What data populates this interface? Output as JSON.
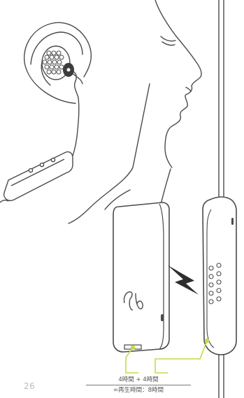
{
  "page": {
    "number": "26"
  },
  "caption": {
    "charge_line": "4時間 + 4時間",
    "total_line": "=再生時間：8時間"
  },
  "colors": {
    "accent": "#c8d84a",
    "line": "#4a4a4a"
  }
}
